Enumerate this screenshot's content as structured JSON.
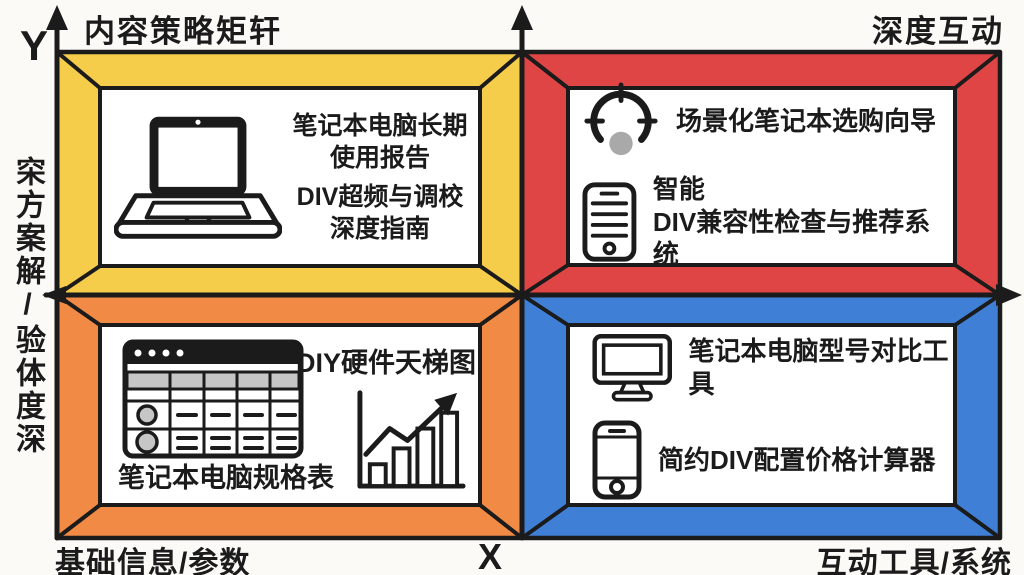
{
  "title": "内容策略矩轩",
  "colors": {
    "background": "#fbfaf6",
    "line": "#1b1b1b",
    "panel": "#ffffff",
    "gray_accent": "#c6c6c6"
  },
  "axes": {
    "y_label": "Y",
    "x_label": "X",
    "left_axis_label": "穼方案解/验体度深"
  },
  "corner_labels": {
    "top_right": "深度互动",
    "bottom_left": "基础信息/参数",
    "bottom_right": "互动工具/系统"
  },
  "quadrants": {
    "top_left": {
      "frame_color": "#f6cd4a",
      "icon": "laptop-icon",
      "block1_line1": "笔记本电脑长期",
      "block1_line2": "使用报告",
      "block2_line1": "DIV超频与调校",
      "block2_line2": "深度指南"
    },
    "top_right": {
      "frame_color": "#e04545",
      "items": [
        {
          "icon": "gauge-icon",
          "label": "场景化笔记本选购向导"
        },
        {
          "icon": "smartphone-list-icon",
          "label_line1": "智能",
          "label_line2": "DIV兼容性检查与推荐系统"
        }
      ]
    },
    "bottom_left": {
      "frame_color": "#f18a44",
      "table_icon": "spec-table-icon",
      "chart_icon": "rising-chart-icon",
      "label_top": "DIY硬件天梯图",
      "label_bottom": "笔记本电脑规格表"
    },
    "bottom_right": {
      "frame_color": "#3f80d6",
      "items": [
        {
          "icon": "monitor-icon",
          "label": "笔记本电脑型号对比工具"
        },
        {
          "icon": "smartphone-icon",
          "label": "简约DIV配置价格计算器"
        }
      ]
    }
  }
}
